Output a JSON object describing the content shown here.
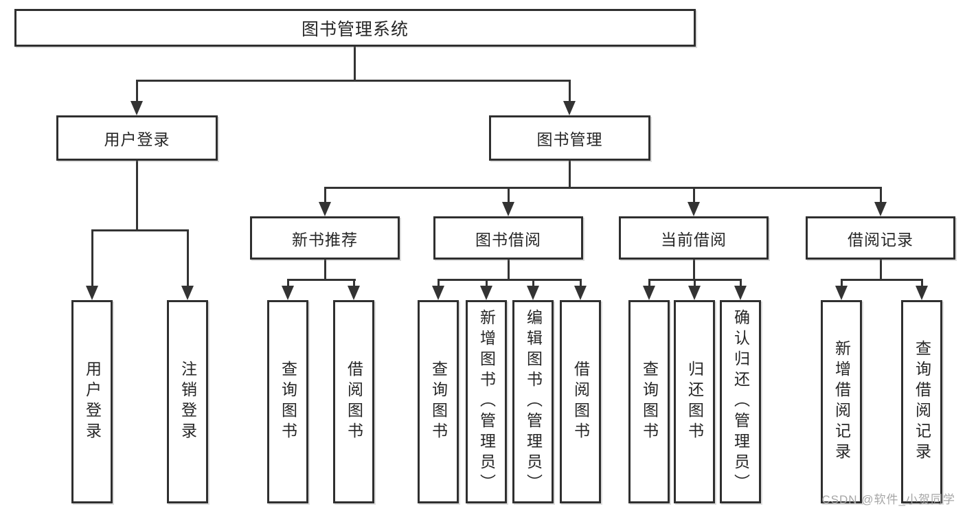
{
  "diagram_title": "图书管理系统",
  "tree": {
    "label": "图书管理系统",
    "children": [
      {
        "label": "用户登录",
        "children": [
          {
            "label": "用户登录"
          },
          {
            "label": "注销登录"
          }
        ]
      },
      {
        "label": "图书管理",
        "children": [
          {
            "label": "新书推荐",
            "children": [
              {
                "label": "查询图书"
              },
              {
                "label": "借阅图书"
              }
            ]
          },
          {
            "label": "图书借阅",
            "children": [
              {
                "label": "查询图书"
              },
              {
                "label": "新增图书（管理员）"
              },
              {
                "label": "编辑图书（管理员）"
              },
              {
                "label": "借阅图书"
              }
            ]
          },
          {
            "label": "当前借阅",
            "children": [
              {
                "label": "查询图书"
              },
              {
                "label": "归还图书"
              },
              {
                "label": "确认归还（管理员）"
              }
            ]
          },
          {
            "label": "借阅记录",
            "children": [
              {
                "label": "新增借阅记录"
              },
              {
                "label": "查询借阅记录"
              }
            ]
          }
        ]
      }
    ]
  },
  "watermark": "CSDN @软件_小贺同学",
  "colors": {
    "background": "#ffffff",
    "line": "#333333",
    "box_border": "#2f2f2f",
    "box_fill": "#ffffff",
    "text": "#262626",
    "watermark": "#a6a6a6"
  }
}
